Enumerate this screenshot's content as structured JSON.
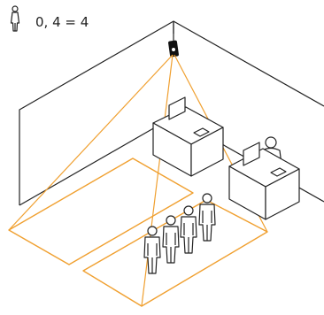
{
  "header": {
    "icon": "person-icon",
    "count_text": "0, 4 = 4"
  },
  "colors": {
    "line": "#222222",
    "zone": "#f0a030",
    "fill": "#ffffff",
    "sensor": "#111111"
  },
  "scene": {
    "people_in_zone": 4,
    "zones": 2,
    "counters": 2,
    "sensor": "ceiling-sensor-icon"
  }
}
